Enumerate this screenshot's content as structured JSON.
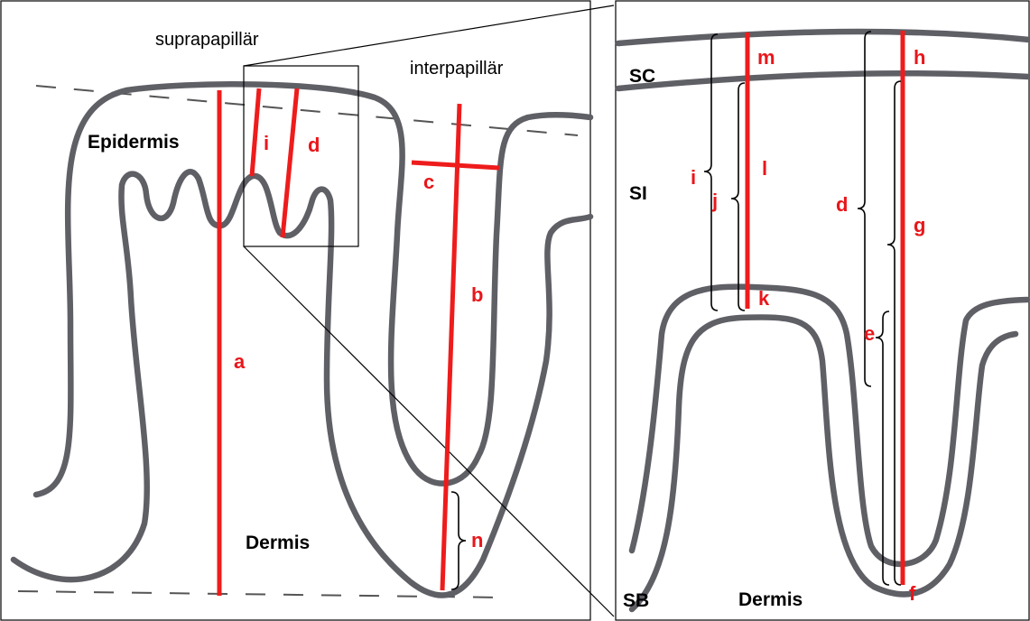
{
  "left_panel": {
    "heading_suprapapillary": "suprapapillär",
    "heading_interpapillary": "interpapillär",
    "region_epidermis": "Epidermis",
    "region_dermis": "Dermis",
    "measure_labels": {
      "a": "a",
      "b": "b",
      "c": "c",
      "d": "d",
      "i": "i",
      "n": "n"
    }
  },
  "right_panel": {
    "layer_sc": "SC",
    "layer_si": "SI",
    "layer_sb": "SB",
    "region_dermis": "Dermis",
    "measure_labels": {
      "m": "m",
      "h": "h",
      "i": "i",
      "l": "l",
      "j": "j",
      "d": "d",
      "g": "g",
      "k": "k",
      "e": "e",
      "f": "f"
    }
  },
  "colors": {
    "measurement_line": "#ee1c1c",
    "label_red": "#e8161b",
    "skin_outline": "#5f5f66",
    "frame": "#000000",
    "background": "#ffffff"
  }
}
